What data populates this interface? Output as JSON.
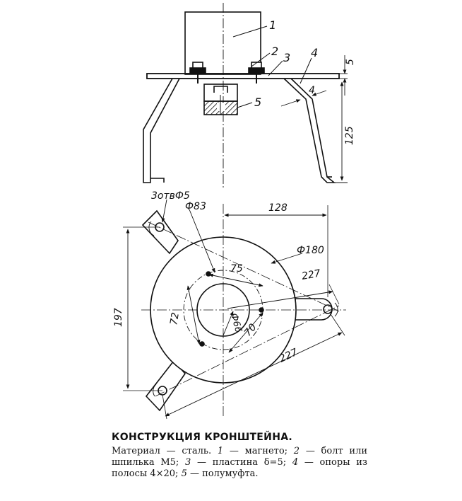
{
  "side_view": {
    "callouts": [
      "1",
      "2",
      "3",
      "4",
      "5"
    ],
    "dims": {
      "thickness": "5",
      "height": "125",
      "strip": "4"
    }
  },
  "plan_view": {
    "holes_note": "3отвФ5",
    "dims": {
      "d_inner": "Ф83",
      "offset_128": "128",
      "d_outer": "Ф180",
      "chord_75": "75",
      "radius_227a": "227",
      "chord_72": "72",
      "d_66": "Ф66",
      "chord_70": "70",
      "radius_227b": "227",
      "height_197": "197"
    }
  },
  "caption": {
    "title": "КОНСТРУКЦИЯ КРОНШТЕЙНА.",
    "p1": "Материал — сталь. ",
    "n1": "1",
    "p2": " — магнето; ",
    "n2": "2",
    "p3": " — болт или шпилька М5; ",
    "n3": "3",
    "p4": " — пластина δ=5; ",
    "n4": "4",
    "p5": " — опоры из полосы 4×20; ",
    "n5": "5",
    "p6": " — полумуфта."
  },
  "colors": {
    "ink": "#111111",
    "paper": "#ffffff"
  }
}
